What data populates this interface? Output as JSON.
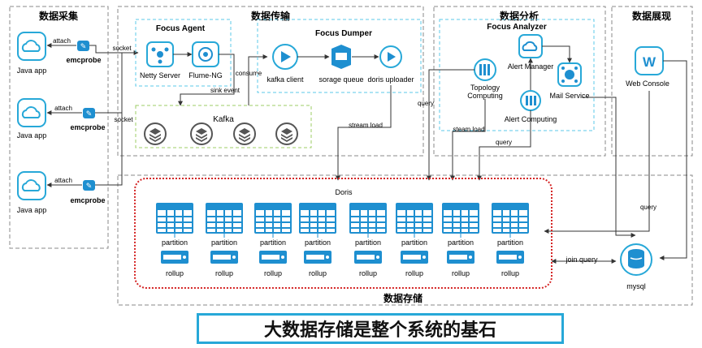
{
  "sections": {
    "collect": "数据采集",
    "transfer": "数据传输",
    "analysis": "数据分析",
    "display": "数据展现",
    "storage": "数据存储"
  },
  "agents": [
    {
      "app": "Java app",
      "attach": "attach",
      "probe": "emcprobe"
    },
    {
      "app": "Java app",
      "attach": "attach",
      "probe": "emcprobe"
    },
    {
      "app": "Java app",
      "attach": "attach",
      "probe": "emcprobe"
    }
  ],
  "socket_labels": [
    "socket",
    "socket"
  ],
  "focus_agent": {
    "title": "Focus Agent",
    "netty": "Netty Server",
    "flume": "Flume-NG"
  },
  "focus_dumper": {
    "title": "Focus Dumper",
    "kafka_client": "kafka client",
    "storage_queue": "sorage queue",
    "doris_uploader": "doris uploader"
  },
  "kafka": {
    "title": "Kafka"
  },
  "edge_labels": {
    "consume": "consume",
    "sink_event": "sink event",
    "stream_load": "stream load",
    "steam_load": "steam load",
    "query_left": "query",
    "query_mid": "query",
    "query_right": "query",
    "join_query": "join query"
  },
  "focus_analyzer": {
    "title": "Focus Analyzer",
    "topology": [
      "Topology",
      "Computing"
    ],
    "alert_manager": "Alert Manager",
    "mail_service": "Mail Service",
    "alert_computing": "Alert Computing"
  },
  "web_console": "Web Console",
  "doris": {
    "title": "Doris",
    "partition_label": "partition",
    "rollup_label": "rollup",
    "column_count": 8
  },
  "mysql": "mysql",
  "banner": "大数据存储是整个系统的基石",
  "colors": {
    "accent": "#27a8d8",
    "doris_border": "#d42424",
    "kafka_border": "#9ccc65"
  }
}
